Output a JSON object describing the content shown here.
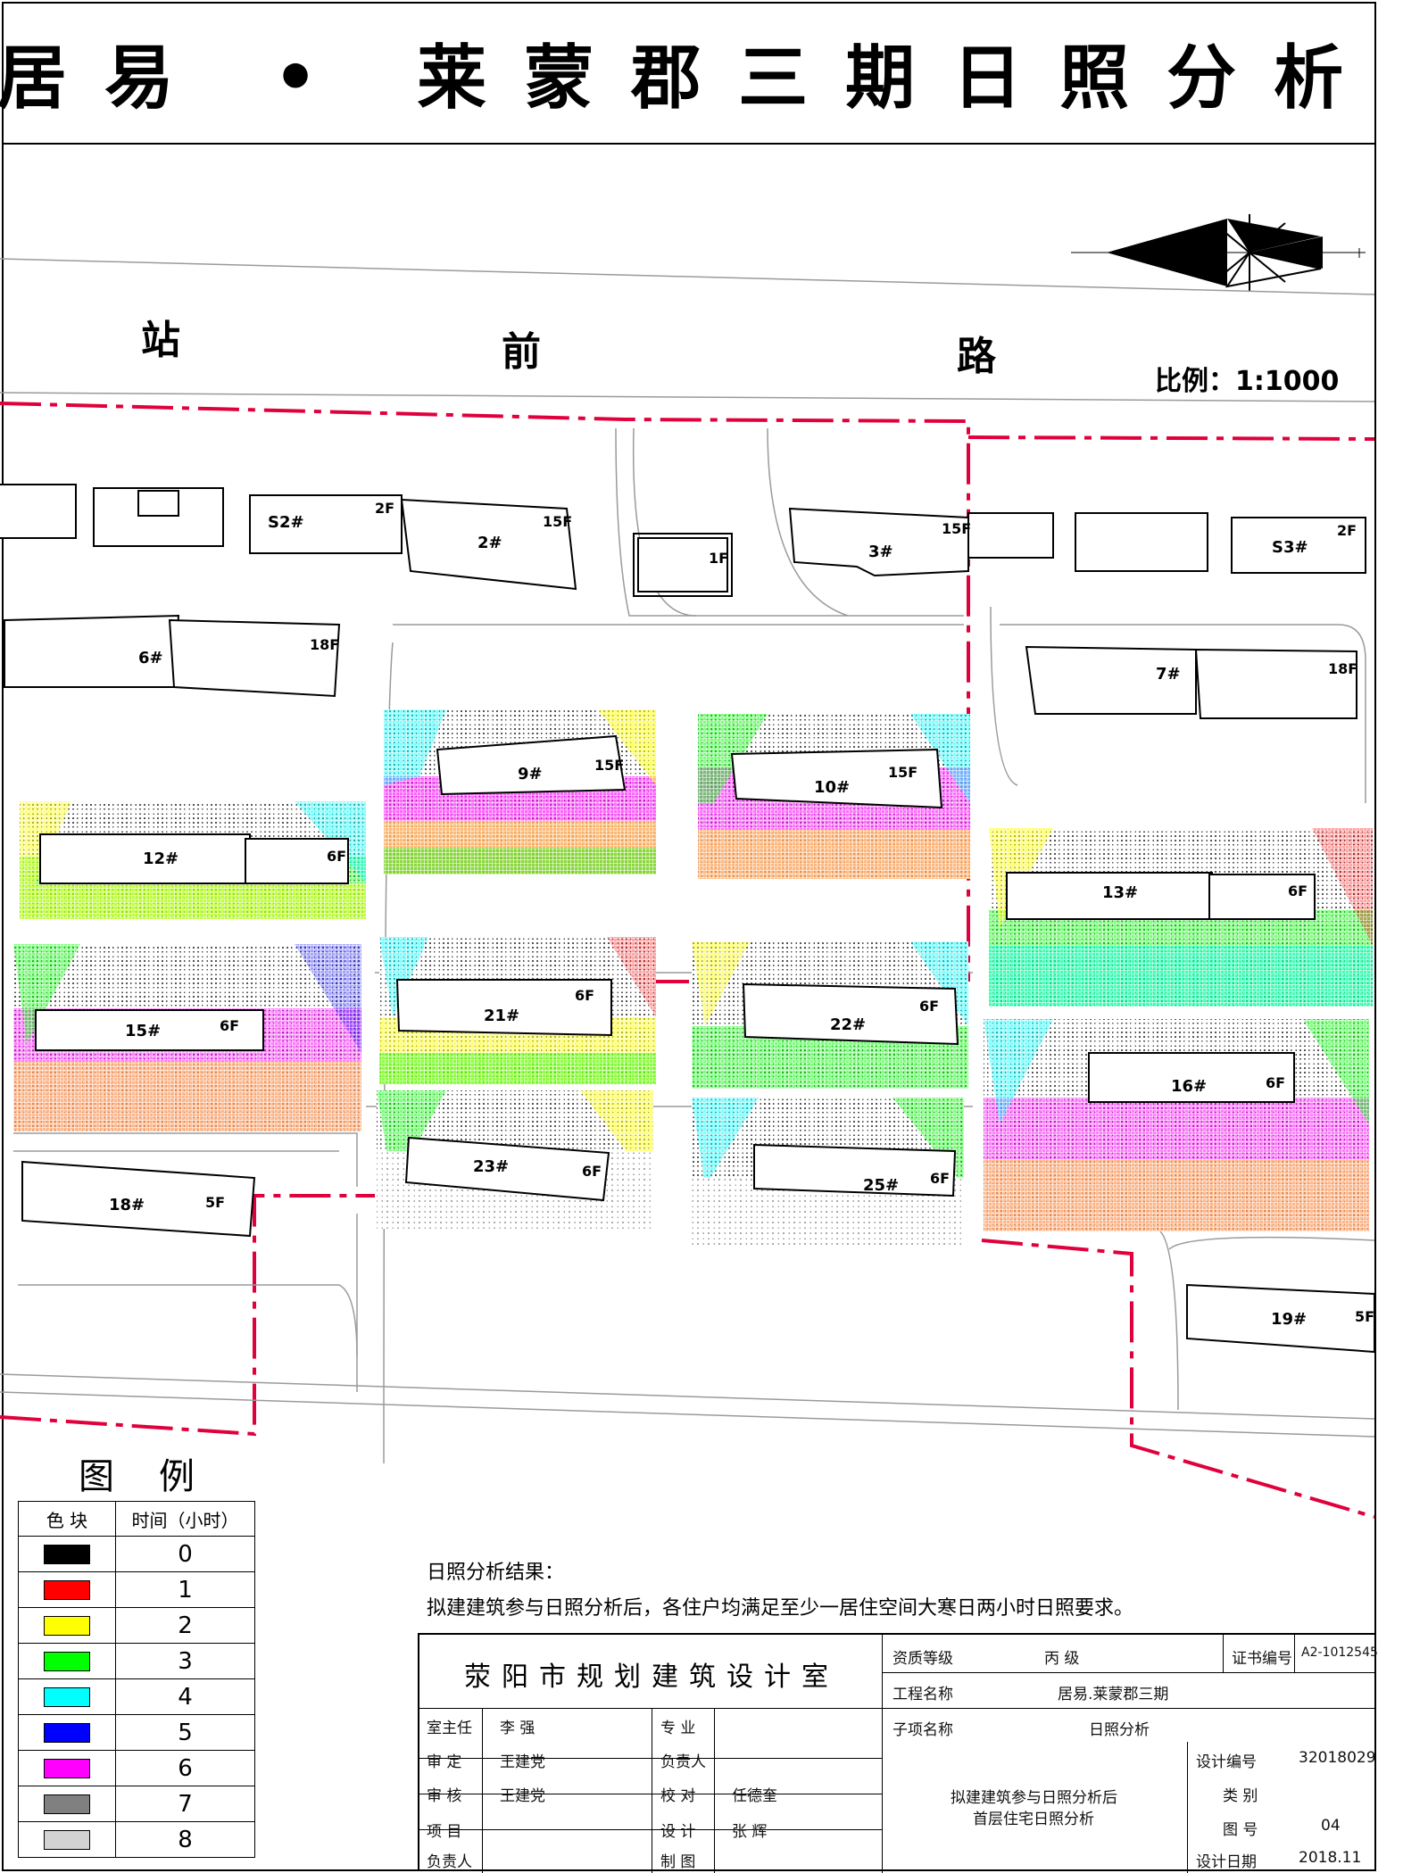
{
  "title": "居易 • 莱蒙郡三期日照分析",
  "roads": [
    "站",
    "前",
    "路"
  ],
  "scale": "比例：1:1000",
  "buildings": [
    {
      "id": "S2#",
      "floors": "2F"
    },
    {
      "id": "2#",
      "floors": "15F"
    },
    {
      "id": "",
      "floors": "1F"
    },
    {
      "id": "3#",
      "floors": "15F"
    },
    {
      "id": "S3#",
      "floors": "2F"
    },
    {
      "id": "6#",
      "floors": "18F"
    },
    {
      "id": "7#",
      "floors": "18F"
    },
    {
      "id": "9#",
      "floors": "15F"
    },
    {
      "id": "10#",
      "floors": "15F"
    },
    {
      "id": "12#",
      "floors": "6F"
    },
    {
      "id": "13#",
      "floors": "6F"
    },
    {
      "id": "15#",
      "floors": "6F"
    },
    {
      "id": "21#",
      "floors": "6F"
    },
    {
      "id": "22#",
      "floors": "6F"
    },
    {
      "id": "16#",
      "floors": "6F"
    },
    {
      "id": "23#",
      "floors": "6F"
    },
    {
      "id": "25#",
      "floors": "6F"
    },
    {
      "id": "18#",
      "floors": "5F"
    },
    {
      "id": "19#",
      "floors": "5F"
    }
  ],
  "legend": {
    "title": "图例",
    "col_color": "色 块",
    "col_hours": "时间（小时）",
    "items": [
      {
        "hours": "0",
        "color": "#000000"
      },
      {
        "hours": "1",
        "color": "#ff0000"
      },
      {
        "hours": "2",
        "color": "#ffff00"
      },
      {
        "hours": "3",
        "color": "#00ff00"
      },
      {
        "hours": "4",
        "color": "#00ffff"
      },
      {
        "hours": "5",
        "color": "#0000ff"
      },
      {
        "hours": "6",
        "color": "#ff00ff"
      },
      {
        "hours": "7",
        "color": "#808080"
      },
      {
        "hours": "8",
        "color": "#d3d3d3"
      }
    ]
  },
  "result": {
    "heading": "日照分析结果：",
    "text": "拟建建筑参与日照分析后，各住户均满足至少一居住空间大寒日两小时日照要求。"
  },
  "titleblock": {
    "org": "荥阳市规划建筑设计室",
    "qual_label": "资质等级",
    "qual_value": "丙    级",
    "cert_label": "证书编号",
    "cert_value": "A2-1012545",
    "project_label": "工程名称",
    "project_value": "居易.莱蒙郡三期",
    "sub_label": "子项名称",
    "sub_value": "日照分析",
    "design_no_label": "设计编号",
    "design_no_value": "32018029",
    "type_label": "类  别",
    "sheet_label": "图  号",
    "sheet_value": "04",
    "date_label": "设计日期",
    "date_value": "2018.11",
    "drawing_title_1": "拟建建筑参与日照分析后",
    "drawing_title_2": "首层住宅日照分析",
    "roles": [
      {
        "role": "室主任",
        "name": "李  强"
      },
      {
        "role": "审  定",
        "name": "王建党"
      },
      {
        "role": "审  核",
        "name": "王建党"
      },
      {
        "role": "项  目",
        "name": ""
      },
      {
        "role": "负责人",
        "name": ""
      }
    ],
    "roles2": [
      {
        "role": "专  业",
        "name": ""
      },
      {
        "role": "负责人",
        "name": ""
      },
      {
        "role": "校  对",
        "name": "任德奎"
      },
      {
        "role": "设  计",
        "name": "张  辉"
      },
      {
        "role": "制  图",
        "name": ""
      }
    ]
  }
}
